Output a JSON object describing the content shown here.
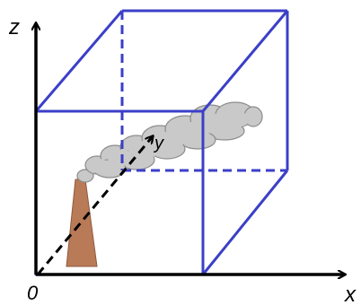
{
  "labels": {
    "z_axis": "z",
    "x_axis": "x",
    "y_axis": "y",
    "origin": "0"
  },
  "colors": {
    "cube_edges": "#3b3fc7",
    "axes": "#000000",
    "stack": "#b97a57",
    "stack_edge": "#8e5a3c",
    "plume_fill": "#c9c9c9",
    "plume_edge": "#8c8c8c",
    "background": "#ffffff"
  },
  "elements": {
    "cube": "box-volume",
    "plume": "smoke-plume",
    "stack": "smokestack"
  }
}
